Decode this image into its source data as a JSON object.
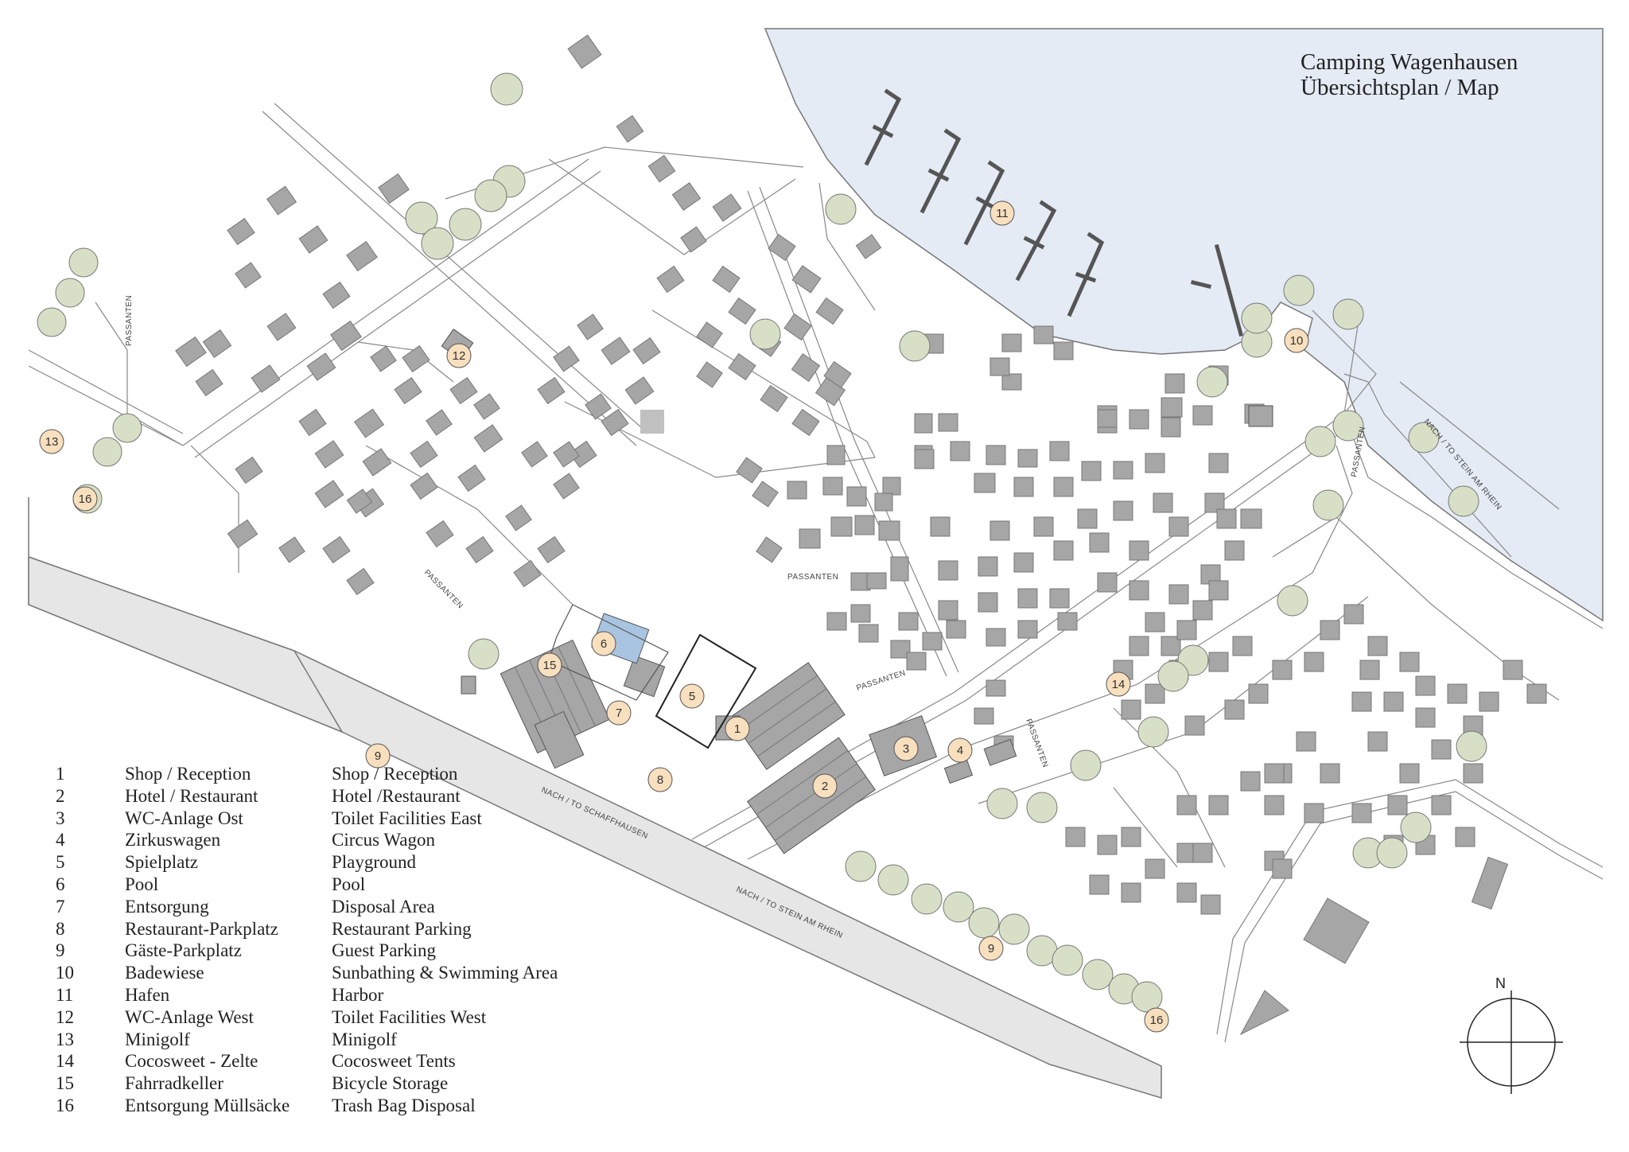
{
  "title": {
    "line1": "Camping Wagenhausen",
    "line2": "Übersichtsplan / Map"
  },
  "road_labels": {
    "passanten": "PASSANTEN",
    "to_schaffhausen": "NACH / TO SCHAFFHAUSEN",
    "to_stein": "NACH / TO STEIN AM RHEIN"
  },
  "north": "N",
  "markers": [
    "1",
    "2",
    "3",
    "4",
    "5",
    "6",
    "7",
    "8",
    "9",
    "10",
    "11",
    "12",
    "13",
    "14",
    "15",
    "16"
  ],
  "legend": [
    {
      "num": "1",
      "de": "Shop / Reception",
      "en": "Shop / Reception"
    },
    {
      "num": "2",
      "de": "Hotel / Restaurant",
      "en": "Hotel /Restaurant"
    },
    {
      "num": "3",
      "de": "WC-Anlage Ost",
      "en": "Toilet Facilities East"
    },
    {
      "num": "4",
      "de": "Zirkuswagen",
      "en": "Circus Wagon"
    },
    {
      "num": "5",
      "de": "Spielplatz",
      "en": "Playground"
    },
    {
      "num": "6",
      "de": "Pool",
      "en": "Pool"
    },
    {
      "num": "7",
      "de": "Entsorgung",
      "en": "Disposal Area"
    },
    {
      "num": "8",
      "de": "Restaurant-Parkplatz",
      "en": "Restaurant Parking"
    },
    {
      "num": "9",
      "de": "Gäste-Parkplatz",
      "en": "Guest Parking"
    },
    {
      "num": "10",
      "de": "Badewiese",
      "en": "Sunbathing & Swimming Area"
    },
    {
      "num": "11",
      "de": "Hafen",
      "en": "Harbor"
    },
    {
      "num": "12",
      "de": "WC-Anlage West",
      "en": "Toilet Facilities West"
    },
    {
      "num": "13",
      "de": "Minigolf",
      "en": "Minigolf"
    },
    {
      "num": "14",
      "de": "Cocosweet - Zelte",
      "en": "Cocosweet Tents"
    },
    {
      "num": "15",
      "de": "Fahrradkeller",
      "en": "Bicycle Storage"
    },
    {
      "num": "16",
      "de": "Entsorgung Müllsäcke",
      "en": "Trash Bag Disposal"
    }
  ],
  "colors": {
    "water": "#e4ebf5",
    "road": "#e6e6e6",
    "building": "#a6a6a6",
    "tree": "#d7e0c6",
    "marker": "#f8dfbe",
    "pool": "#a9c4e0"
  }
}
